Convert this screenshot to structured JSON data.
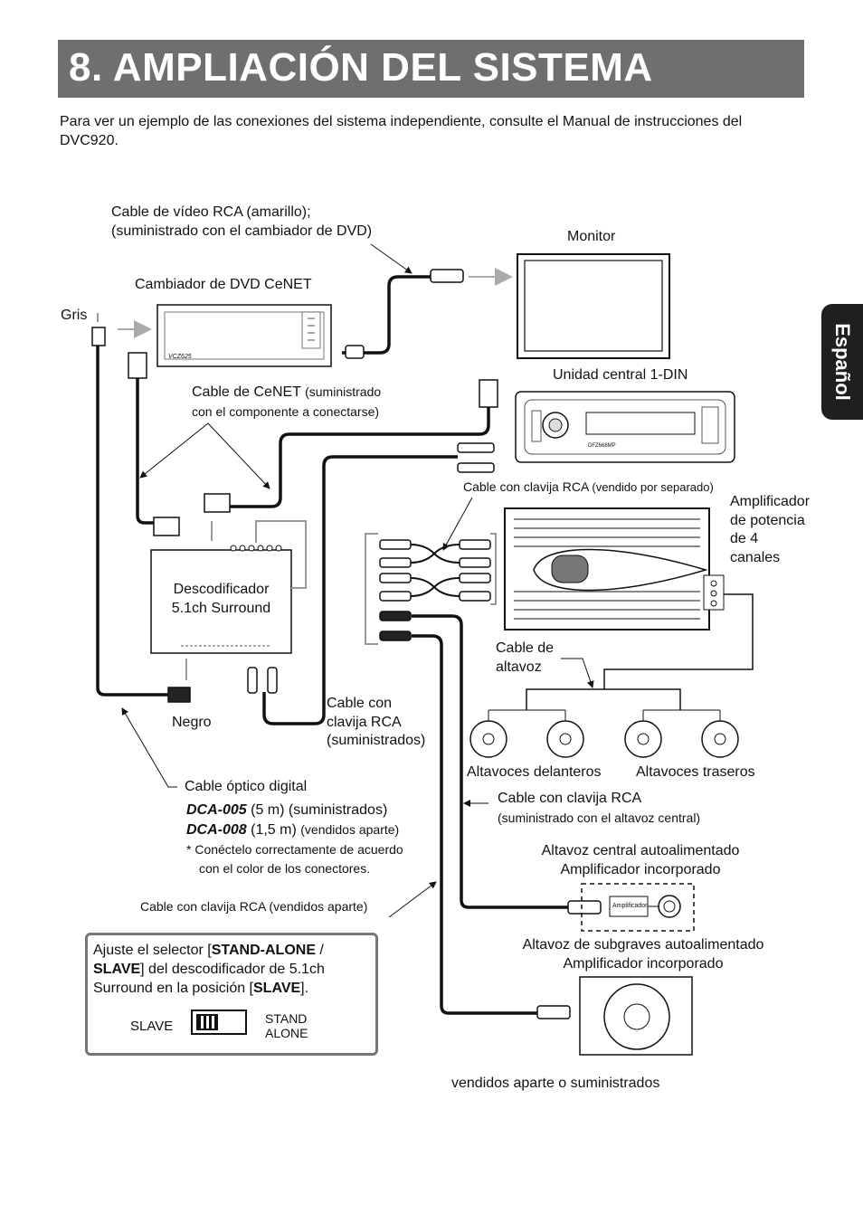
{
  "title": "8. AMPLIACIÓN DEL SISTEMA",
  "intro": "Para ver un ejemplo de las conexiones del sistema independiente, consulte el Manual de instrucciones del DVC920.",
  "lang_tab": "Español",
  "labels": {
    "video_cable_1": "Cable de vídeo RCA (amarillo);",
    "video_cable_2": "(suministrado con el cambiador de DVD)",
    "monitor": "Monitor",
    "dvd_changer": "Cambiador de DVD CeNET",
    "gris": "Gris",
    "head_unit": "Unidad central 1-DIN",
    "cenet_cable_main": "Cable de CeNET",
    "cenet_cable_sub1": "(suministrado",
    "cenet_cable_sub2": "con el componente a conectarse)",
    "rca_sep_main": "Cable con clavija RCA",
    "rca_sep_sub": "(vendido por separado)",
    "amp_1": "Amplificador",
    "amp_2": "de potencia",
    "amp_3": "de 4",
    "amp_4": "canales",
    "decoder_1": "Descodificador",
    "decoder_2": "5.1ch Surround",
    "speaker_cable_1": "Cable de",
    "speaker_cable_2": "altavoz",
    "negro": "Negro",
    "rca_sup_1": "Cable con",
    "rca_sup_2": "clavija RCA",
    "rca_sup_3": "(suministrados)",
    "front_speakers": "Altavoces delanteros",
    "rear_speakers": "Altavoces traseros",
    "optical": "Cable óptico digital",
    "dca005_code": "DCA-005",
    "dca005_len": " (5 m) (suministrados)",
    "dca008_code": "DCA-008",
    "dca008_len": " (1,5 m) ",
    "dca008_sub": "(vendidos aparte)",
    "note_1": "*  Conéctelo correctamente de acuerdo",
    "note_2": "con el color de los conectores.",
    "rca_center_main": "Cable con clavija RCA",
    "rca_center_sub": "(suministrado con el altavoz central)",
    "center_speaker_1": "Altavoz central autoalimentado",
    "center_speaker_2": "Amplificador incorporado",
    "rca_aparte_main": "Cable con clavija RCA ",
    "rca_aparte_sub": "(vendidos aparte)",
    "amp_small": "Amplificador",
    "sub_speaker_1": "Altavoz de subgraves autoalimentado",
    "sub_speaker_2": "Amplificador incorporado",
    "footer_note": "vendidos aparte o suministrados"
  },
  "selector_box": {
    "t1": "Ajuste el selector [",
    "b1": "STAND-ALONE",
    "t2": " /",
    "b2": "SLAVE",
    "t3": "] del descodificador de 5.1ch",
    "t4": "Surround en la posición [",
    "b3": "SLAVE",
    "t5": "].",
    "slave": "SLAVE",
    "stand": "STAND",
    "alone": "ALONE"
  },
  "device_marks": {
    "changer_model": "VCZ625",
    "head_unit_model": "DFZ668MP"
  },
  "colors": {
    "title_bar": "#6f6f6f",
    "lang_tab": "#1f1f1f",
    "cable": "#111111",
    "gray_line": "#999999"
  }
}
